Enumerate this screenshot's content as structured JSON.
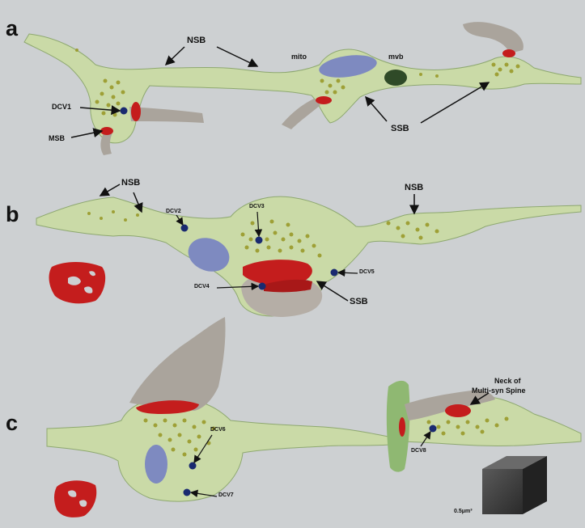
{
  "figure": {
    "panels": [
      {
        "letter": "a",
        "labels": {
          "nsb": "NSB",
          "mito": "mito",
          "mvb": "mvb",
          "dcv1": "DCV1",
          "msb": "MSB",
          "ssb": "SSB"
        }
      },
      {
        "letter": "b",
        "labels": {
          "nsb_left": "NSB",
          "nsb_right": "NSB",
          "dcv2": "DCV2",
          "dcv3": "DCV3",
          "dcv4": "DCV4",
          "dcv5": "DCV5",
          "ssb": "SSB"
        }
      },
      {
        "letter": "c",
        "labels": {
          "dcv6": "DCV6",
          "dcv7": "DCV7",
          "dcv8": "DCV8",
          "neck_line1": "Neck of",
          "neck_line2": "Multi-syn Spine",
          "scale": "0.5μm³"
        }
      }
    ]
  },
  "colors": {
    "dendrite": "#c9dca0",
    "dendrite_edge": "#8ea870",
    "vesicle": "#9a9a2a",
    "psd_red": "#c41d1d",
    "mitochondria_blue": "#7e8ac0",
    "mvb_dark": "#2f4a28",
    "dcv_dot": "#1a2a70",
    "spine_gray": "#aaa49c",
    "background": "#cdd0d2"
  }
}
